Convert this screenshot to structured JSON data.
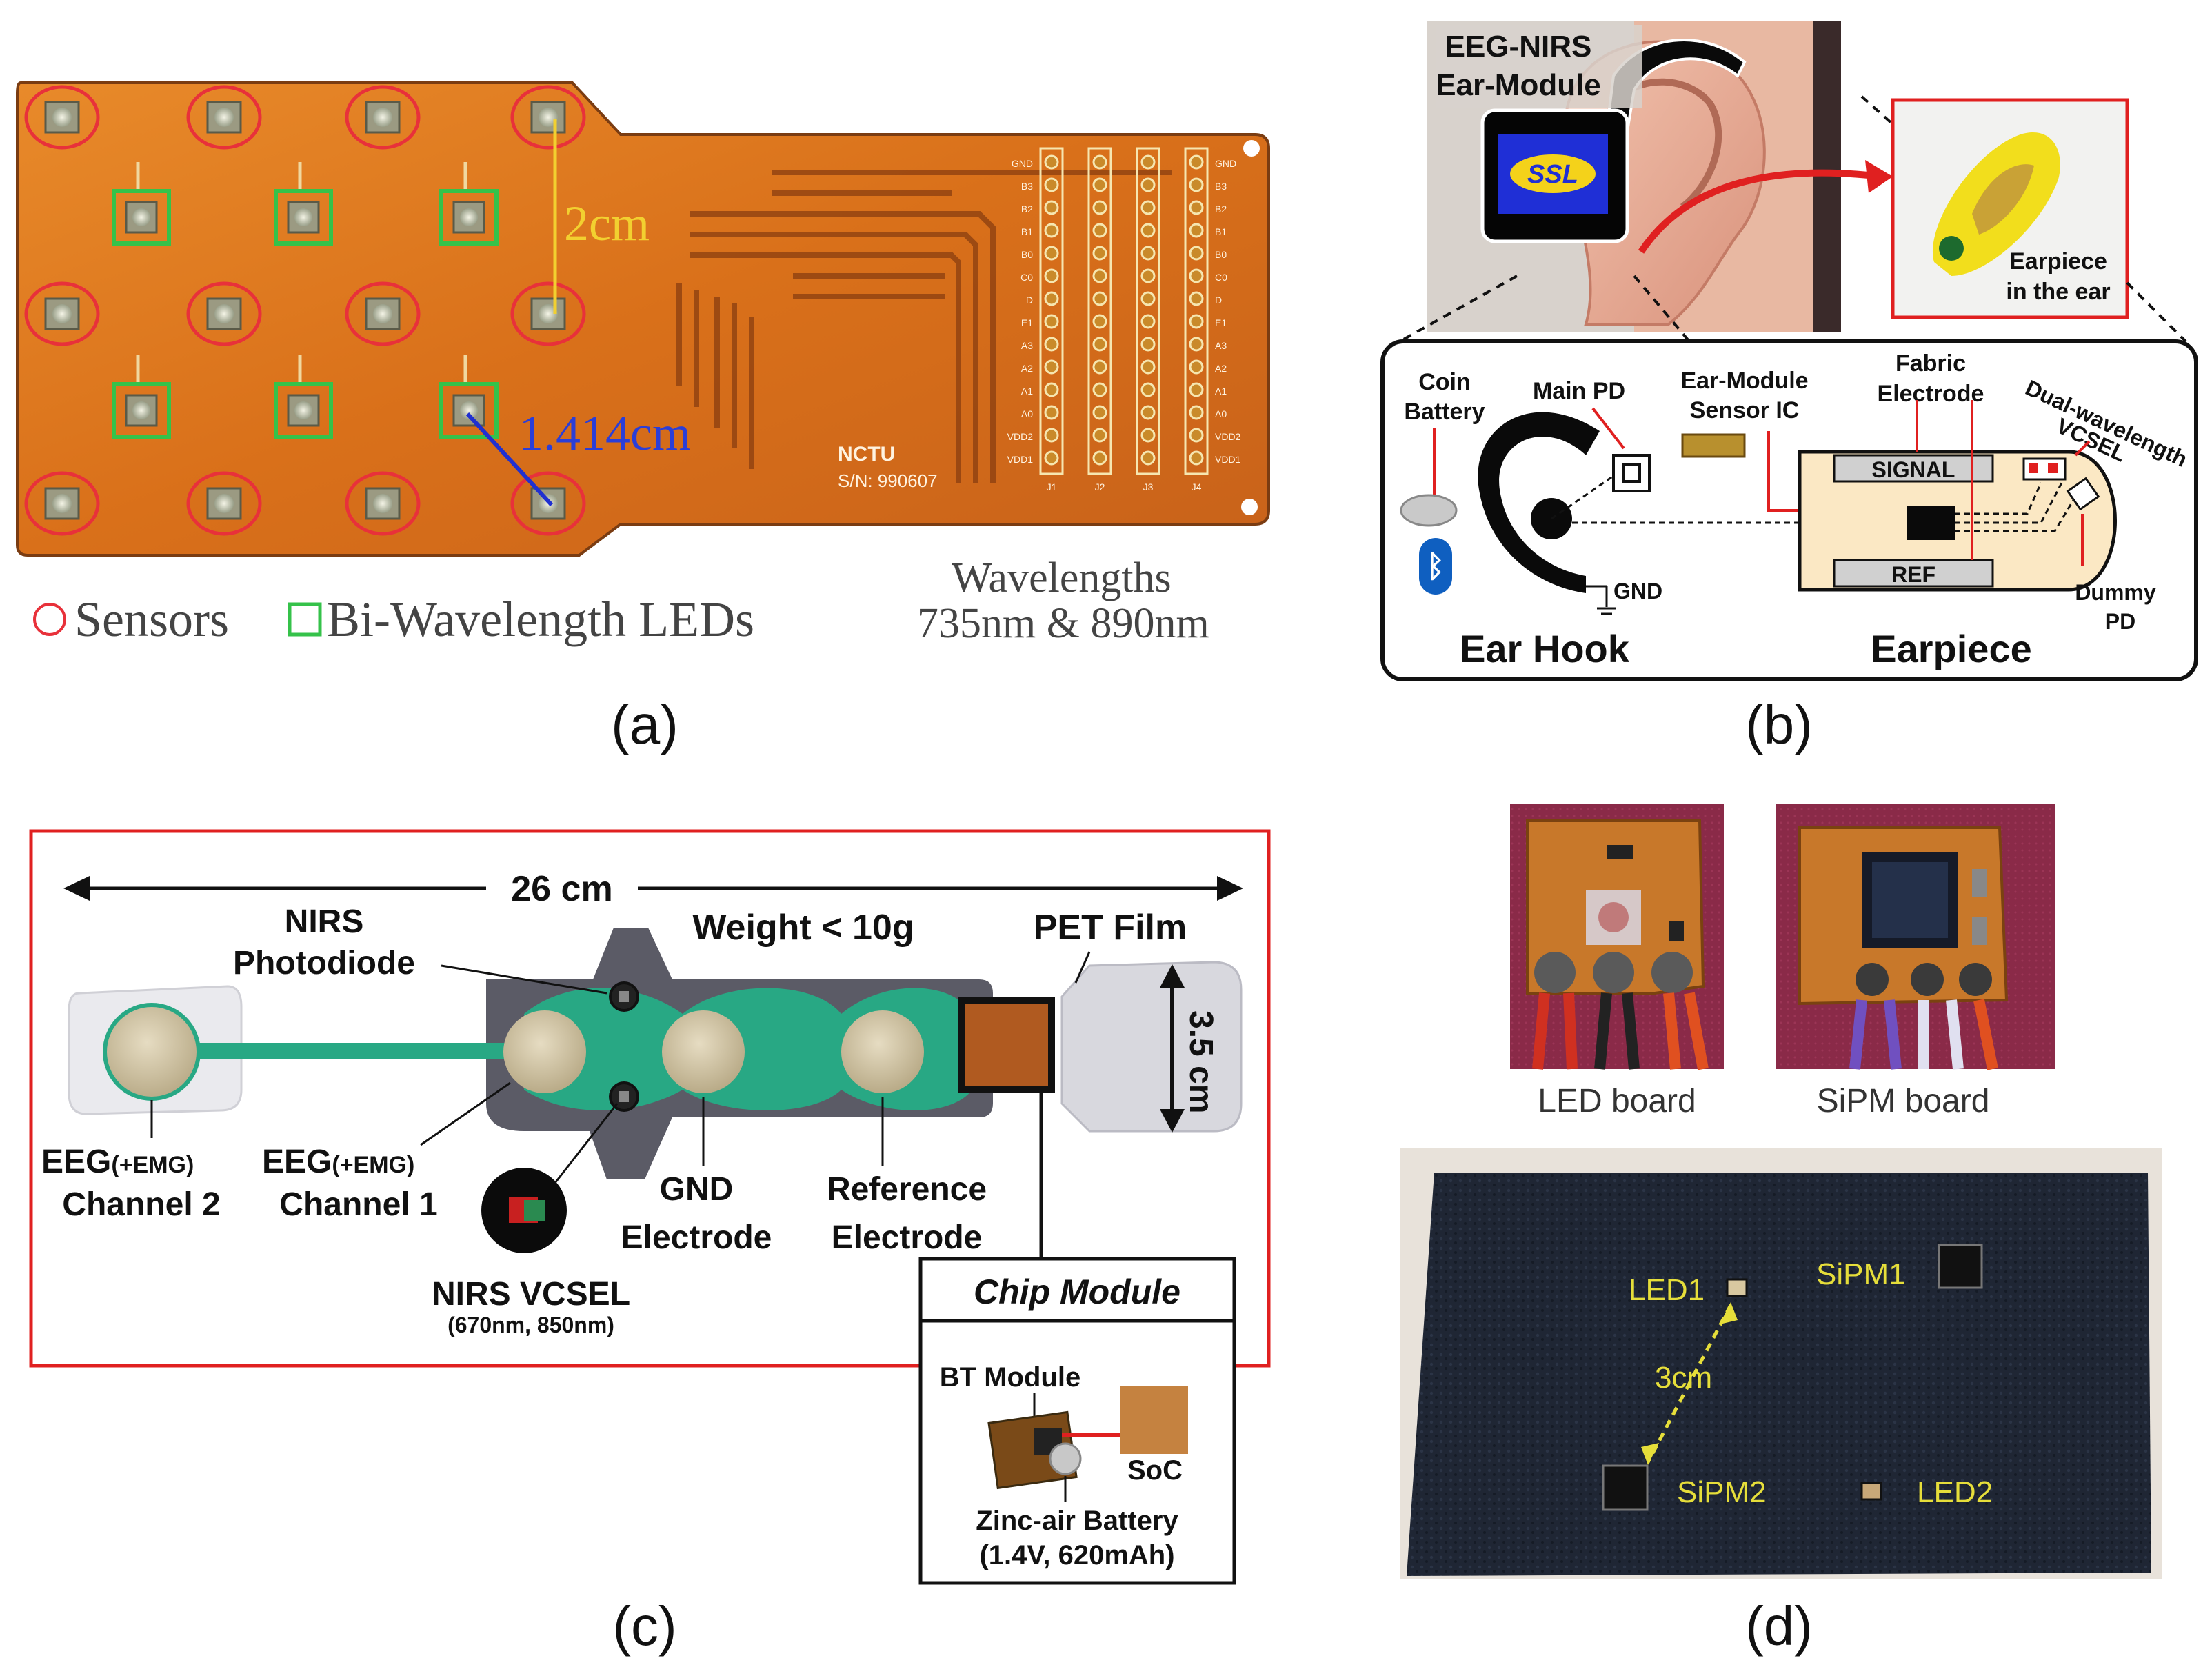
{
  "colors": {
    "pcb": "#e07a1e",
    "pcb_dark": "#b2571a",
    "sensor_ring": "#e8313a",
    "led_box": "#35c24a",
    "frame_red": "#e02020",
    "trace_green": "#28a884",
    "foam": "#1d2431",
    "yellow_label": "#e6de3a"
  },
  "panel_a": {
    "caption": "(a)",
    "dist_vertical": "2cm",
    "dist_diag": "1.414cm",
    "board_text": "NCTU",
    "serial": "S/N: 990607",
    "legend_sensors": "Sensors",
    "legend_leds": "Bi-Wavelength LEDs",
    "wavelengths_title": "Wavelengths",
    "wavelengths_values": "735nm & 890nm",
    "pin_labels": [
      "GND",
      "B3",
      "B2",
      "B1",
      "B0",
      "C0",
      "D",
      "E1",
      "A3",
      "A2",
      "A1",
      "A0",
      "VDD2",
      "VDD1"
    ],
    "pin_labels_right": [
      "GND",
      "B3",
      "B2",
      "B1",
      "B0",
      "C0",
      "D",
      "E1",
      "A3",
      "A2",
      "A1",
      "A0",
      "VDD2",
      "VDD1"
    ],
    "col_labels": [
      "J1",
      "J2",
      "J3",
      "J4"
    ]
  },
  "panel_b": {
    "caption": "(b)",
    "module_title_1": "EEG-NIRS",
    "module_title_2": "Ear-Module",
    "logo_text": "SSL",
    "earpiece_photo_1": "Earpiece",
    "earpiece_photo_2": "in the ear",
    "coin_battery_1": "Coin",
    "coin_battery_2": "Battery",
    "main_pd": "Main PD",
    "sensor_ic_1": "Ear-Module",
    "sensor_ic_2": "Sensor IC",
    "fabric_1": "Fabric",
    "fabric_2": "Electrode",
    "vcsel_1": "Dual-wavelength",
    "vcsel_2": "VCSEL",
    "signal": "SIGNAL",
    "ref": "REF",
    "gnd": "GND",
    "dummy_1": "Dummy",
    "dummy_2": "PD",
    "ear_hook": "Ear Hook",
    "earpiece": "Earpiece"
  },
  "panel_c": {
    "caption": "(c)",
    "length": "26 cm",
    "nirs_pd_1": "NIRS",
    "nirs_pd_2": "Photodiode",
    "weight": "Weight < 10g",
    "pet": "PET Film",
    "width": "3.5 cm",
    "ch2_1": "EEG",
    "ch2_sub": "(+EMG)",
    "ch2_2": "Channel 2",
    "ch1_1": "EEG",
    "ch1_sub": "(+EMG)",
    "ch1_2": "Channel 1",
    "gnd_1": "GND",
    "gnd_2": "Electrode",
    "ref_1": "Reference",
    "ref_2": "Electrode",
    "vcsel": "NIRS VCSEL",
    "vcsel_wl": "(670nm, 850nm)",
    "chip_title": "Chip Module",
    "bt": "BT Module",
    "soc": "SoC",
    "battery": "Zinc-air Battery",
    "battery_spec": "(1.4V, 620mAh)"
  },
  "panel_d": {
    "caption": "(d)",
    "led_board": "LED board",
    "sipm_board": "SiPM board",
    "led1": "LED1",
    "sipm1": "SiPM1",
    "dist": "3cm",
    "sipm2": "SiPM2",
    "led2": "LED2"
  }
}
